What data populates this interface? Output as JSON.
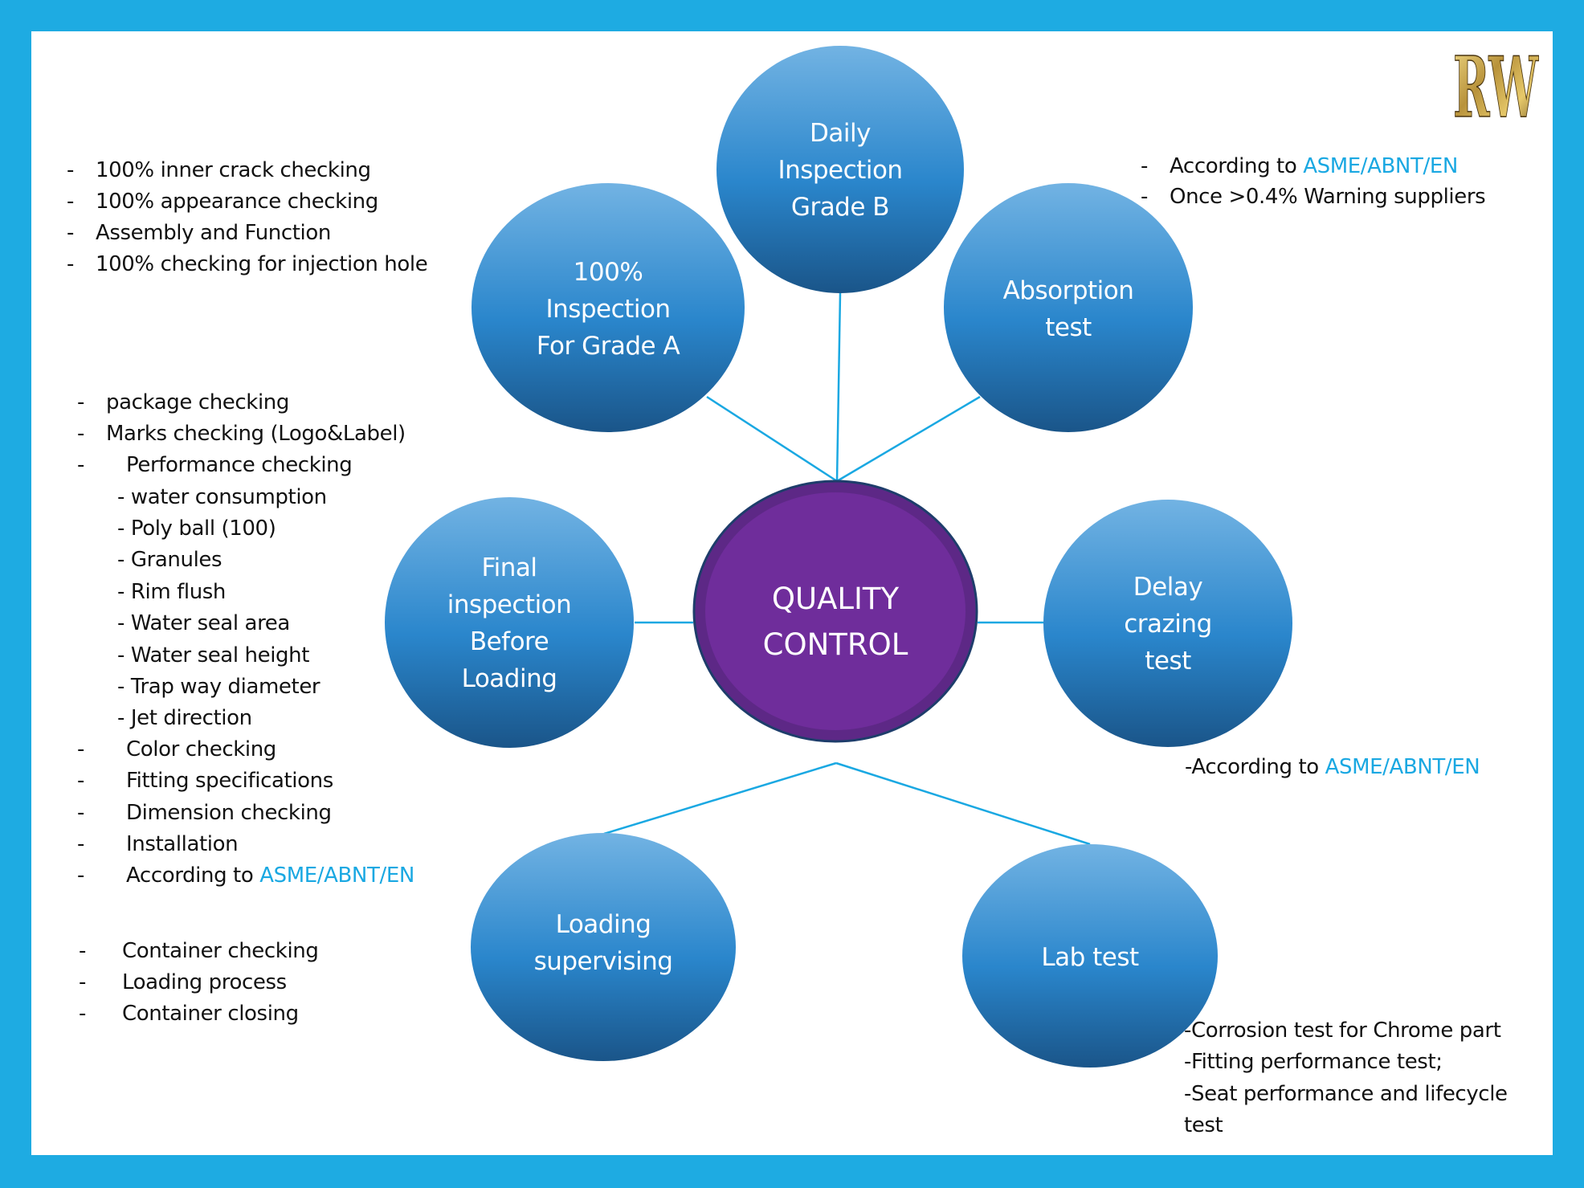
{
  "colors": {
    "frame": "#1eabe2",
    "node_top": "#72b3e3",
    "node_mid": "#2a86cc",
    "node_bottom": "#1a5589",
    "center_fill": "#6f2d9b",
    "center_ring": "#5d2886",
    "center_outline": "#1e3d6b",
    "connector": "#1aa8e2",
    "standard_text": "#1aa8e2"
  },
  "logo": {
    "text": "RW",
    "icon": "rw-logo"
  },
  "center": {
    "lines": [
      "QUALITY",
      "CONTROL"
    ]
  },
  "nodes": [
    {
      "id": "daily",
      "lines": [
        "Daily",
        "Inspection",
        "Grade B"
      ]
    },
    {
      "id": "grade-a",
      "lines": [
        "100%",
        "Inspection",
        "For Grade A"
      ]
    },
    {
      "id": "absorption",
      "lines": [
        "Absorption",
        "test"
      ]
    },
    {
      "id": "final",
      "lines": [
        "Final",
        "inspection",
        "Before",
        "Loading"
      ]
    },
    {
      "id": "delay",
      "lines": [
        "Delay",
        "crazing",
        "test"
      ]
    },
    {
      "id": "loading",
      "lines": [
        "Loading",
        "supervising"
      ]
    },
    {
      "id": "lab",
      "lines": [
        "Lab test"
      ]
    }
  ],
  "notes": {
    "grade_a": [
      {
        "dash": "-",
        "text": "100% inner crack checking"
      },
      {
        "dash": "-",
        "text": "100% appearance checking"
      },
      {
        "dash": "-",
        "text": "Assembly and Function"
      },
      {
        "dash": "-",
        "text": "100% checking for injection hole"
      }
    ],
    "daily": [
      {
        "dash": "-",
        "text": "According to ",
        "standard": "ASME/ABNT/EN"
      },
      {
        "dash": "-",
        "text": "Once >0.4% Warning suppliers"
      }
    ],
    "final": [
      {
        "dash": "-",
        "text": "package checking"
      },
      {
        "dash": "-",
        "text": "Marks checking (Logo&Label)"
      },
      {
        "dash": "-",
        "text": "Performance checking"
      },
      {
        "dash": "",
        "text": "- water consumption"
      },
      {
        "dash": "",
        "text": "- Poly ball (100)"
      },
      {
        "dash": "",
        "text": "- Granules"
      },
      {
        "dash": "",
        "text": "- Rim flush"
      },
      {
        "dash": "",
        "text": "- Water seal area"
      },
      {
        "dash": "",
        "text": "- Water seal height"
      },
      {
        "dash": "",
        "text": "- Trap way diameter"
      },
      {
        "dash": "",
        "text": "- Jet direction"
      },
      {
        "dash": "-",
        "text": "Color checking"
      },
      {
        "dash": "-",
        "text": "Fitting specifications"
      },
      {
        "dash": "-",
        "text": "Dimension checking"
      },
      {
        "dash": "-",
        "text": "Installation"
      },
      {
        "dash": "-",
        "text": "According to ",
        "standard": "ASME/ABNT/EN"
      }
    ],
    "loading": [
      {
        "dash": "-",
        "text": "Container checking"
      },
      {
        "dash": "-",
        "text": "Loading process"
      },
      {
        "dash": "-",
        "text": "Container closing"
      }
    ],
    "delay": [
      {
        "dash": "",
        "text": "-According  to ",
        "standard": "ASME/ABNT/EN"
      }
    ],
    "lab": [
      {
        "dash": "",
        "text": "-Corrosion test for Chrome part"
      },
      {
        "dash": "",
        "text": "-Fitting performance test;"
      },
      {
        "dash": "",
        "text": "-Seat performance and lifecycle"
      },
      {
        "dash": "",
        "text": "test"
      }
    ]
  }
}
